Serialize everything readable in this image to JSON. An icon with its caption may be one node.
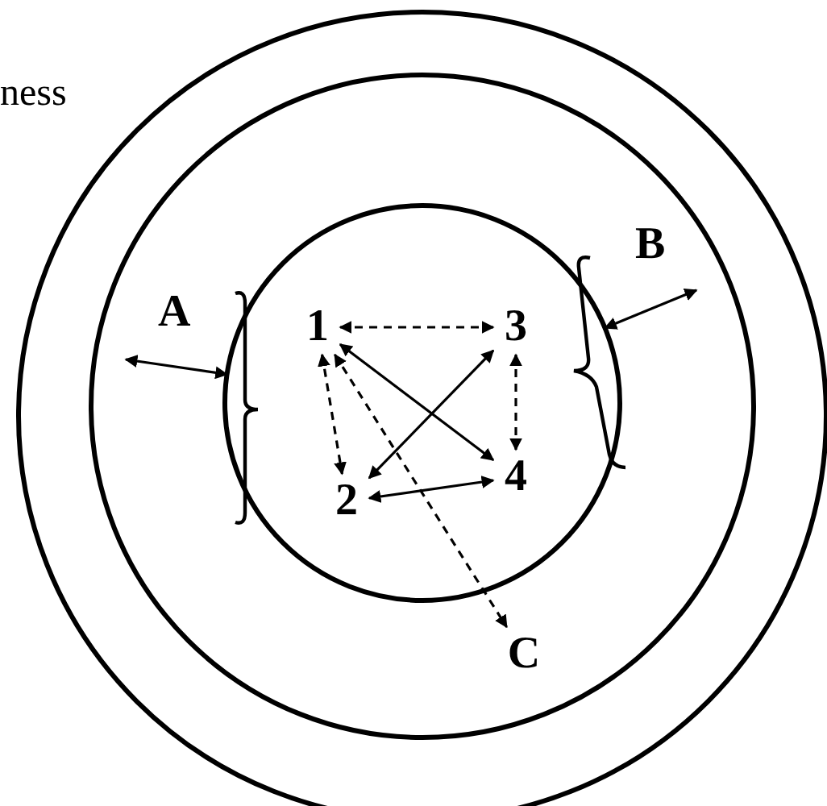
{
  "diagram": {
    "nodes": [
      {
        "text": [],
        "shape": "circle"
      },
      {
        "text": [],
        "shape": "circle",
        "in": 0
      },
      {
        "text": [],
        "shape": "circle",
        "in": 1
      },
      {
        "text": [
          "1"
        ],
        "in": 2
      },
      {
        "text": [
          "3"
        ],
        "in": 2
      },
      {
        "text": [
          "2"
        ],
        "in": 2
      },
      {
        "text": [
          "4"
        ],
        "in": 2
      },
      {
        "text": [
          "C"
        ],
        "in": 1
      }
    ],
    "edges": [
      {
        "from": 3,
        "to": 4,
        "arrow": "both",
        "style": "dashed"
      },
      {
        "from": 3,
        "to": 5,
        "arrow": "both",
        "style": "dashed"
      },
      {
        "from": 4,
        "to": 6,
        "arrow": "both",
        "style": "dashed"
      },
      {
        "from": 3,
        "to": 6,
        "arrow": "both"
      },
      {
        "from": 4,
        "to": 5,
        "arrow": "both"
      },
      {
        "from": 5,
        "to": 6,
        "arrow": "both"
      },
      {
        "from": 3,
        "to": 7,
        "arrow": "both",
        "style": "dashed"
      },
      {
        "from": null,
        "to": 2,
        "arrow": "both"
      },
      {
        "from": 2,
        "to": null,
        "arrow": "both"
      }
    ],
    "labels": [
      "ness",
      "A",
      "B"
    ]
  }
}
